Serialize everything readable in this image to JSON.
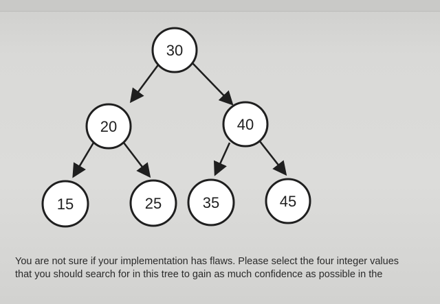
{
  "tree": {
    "nodes": [
      {
        "id": "n30",
        "value": "30"
      },
      {
        "id": "n20",
        "value": "20"
      },
      {
        "id": "n40",
        "value": "40"
      },
      {
        "id": "n15",
        "value": "15"
      },
      {
        "id": "n25",
        "value": "25"
      },
      {
        "id": "n35",
        "value": "35"
      },
      {
        "id": "n45",
        "value": "45"
      }
    ],
    "edges": [
      {
        "from": "30",
        "to": "20"
      },
      {
        "from": "30",
        "to": "40"
      },
      {
        "from": "20",
        "to": "15"
      },
      {
        "from": "20",
        "to": "25"
      },
      {
        "from": "40",
        "to": "35"
      },
      {
        "from": "40",
        "to": "45"
      }
    ]
  },
  "question": {
    "line1": "You are not sure if your implementation has flaws. Please select the four integer values",
    "line2": "that you should search for in this tree to gain as much confidence as possible in the"
  }
}
